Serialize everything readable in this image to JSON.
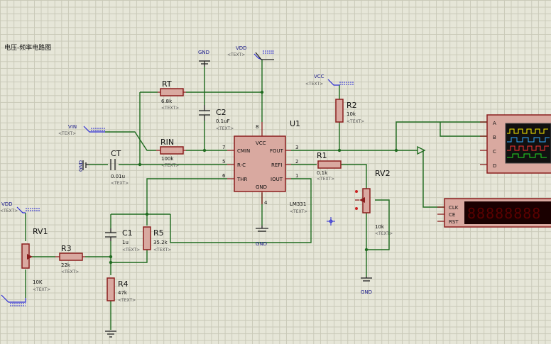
{
  "title": "电压-频率电路图",
  "text_placeholder": "<TEXT>",
  "power": {
    "vdd_top": "VDD",
    "gnd_top": "GND",
    "vcc": "VCC",
    "vin": "VIN",
    "vdd_left": "VDD",
    "gnd_ct": "GND",
    "gnd_u1": "GND",
    "gnd_rv2": "GND"
  },
  "parts": {
    "rt": {
      "ref": "RT",
      "value": "6.8k"
    },
    "c2": {
      "ref": "C2",
      "value": "0.1uF"
    },
    "rin": {
      "ref": "RIN",
      "value": "100k"
    },
    "ct": {
      "ref": "CT",
      "value": "0.01u"
    },
    "r2": {
      "ref": "R2",
      "value": "10k"
    },
    "r1": {
      "ref": "R1",
      "value": "0.1k"
    },
    "rv2": {
      "ref": "RV2",
      "value": "10k"
    },
    "rv1": {
      "ref": "RV1",
      "value": "10K"
    },
    "r3": {
      "ref": "R3",
      "value": "22k"
    },
    "c1": {
      "ref": "C1",
      "value": "1u"
    },
    "r5": {
      "ref": "R5",
      "value": "35.2k"
    },
    "r4": {
      "ref": "R4",
      "value": "47k"
    },
    "u1": {
      "ref": "U1",
      "part": "LM331",
      "pins_left": [
        "CMIN",
        "R-C",
        "THR"
      ],
      "pins_right": [
        "FOUT",
        "REFI",
        "IOUT"
      ],
      "pin_top": "VCC",
      "pin_bottom": "GND",
      "pin_nums": {
        "cmin": "7",
        "rc": "5",
        "thr": "6",
        "fout": "3",
        "refi": "2",
        "iout": "1",
        "vcc": "8",
        "gnd": "4"
      }
    }
  },
  "scope": {
    "channels": [
      "A",
      "B",
      "C",
      "D"
    ],
    "colors": [
      "#ffee00",
      "#33aaff",
      "#ff3333",
      "#22dd22"
    ]
  },
  "counter": {
    "pins": [
      "CLK",
      "CE",
      "RST"
    ],
    "display_digits": "88888888"
  }
}
